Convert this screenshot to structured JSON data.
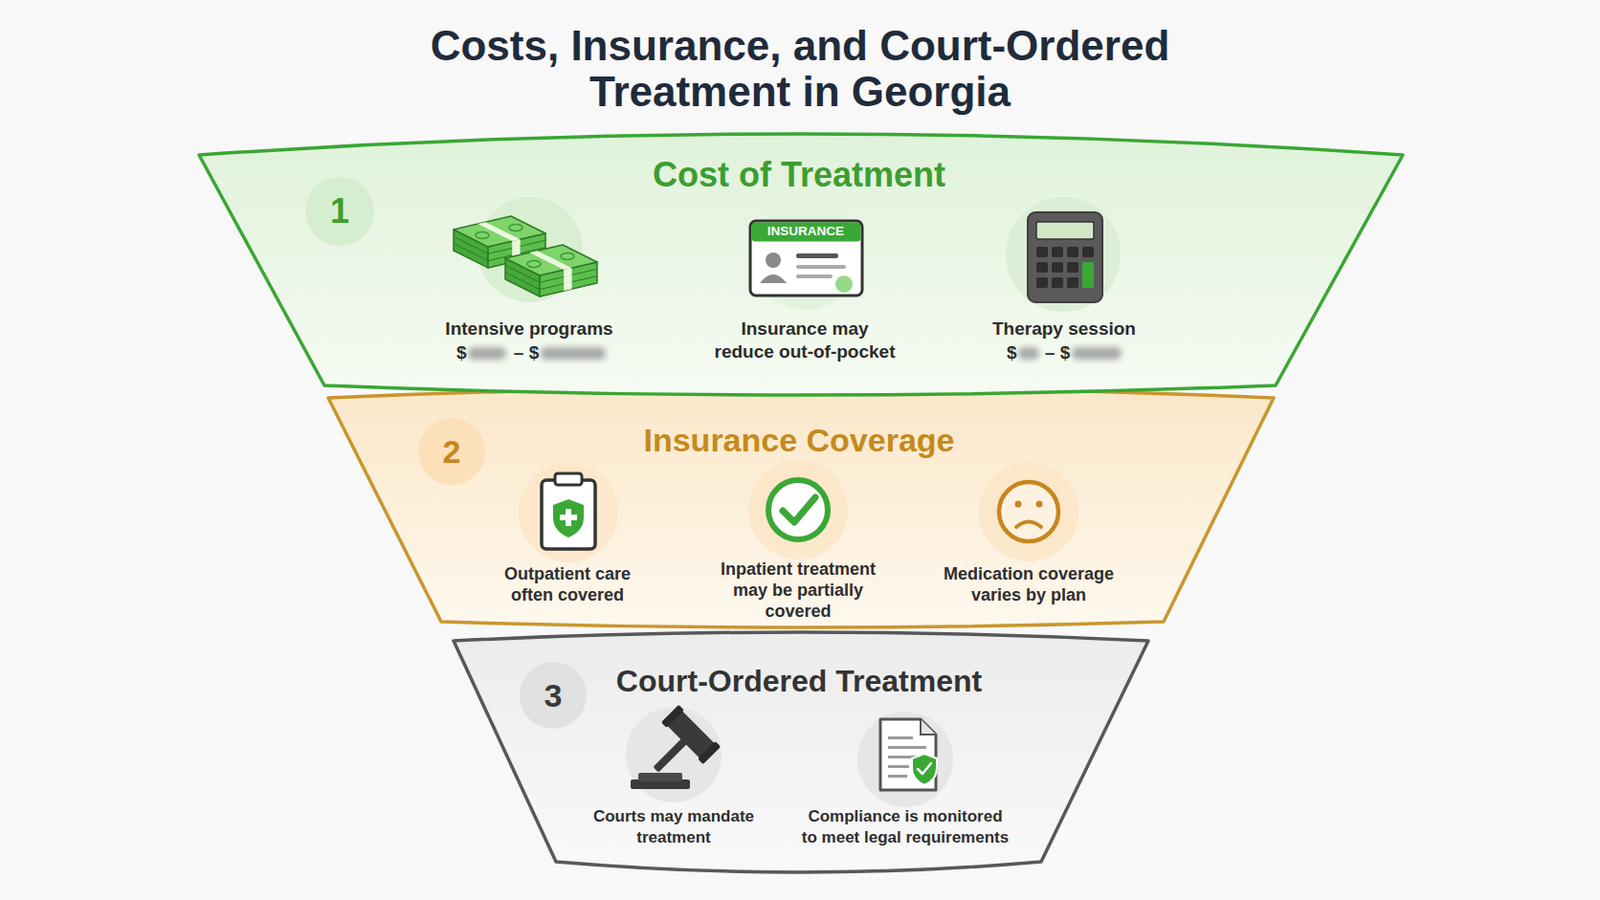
{
  "diagram": {
    "title": "Costs, Insurance, and Court-Ordered Treatment in Georgia",
    "nodes": [
      {
        "text": [
          "Cost of Treatment",
          "Intensive programs",
          "$ – $",
          "Insurance may reduce out-of-pocket",
          "Therapy session",
          "$ – $"
        ]
      },
      {
        "text": [
          "1"
        ],
        "in": 0
      },
      {
        "text": [
          "Insurance Coverage",
          "Outpatient care often covered",
          "Inpatient treatment may be partially covered",
          "Medication coverage varies by plan"
        ]
      },
      {
        "text": [
          "2"
        ],
        "in": 2
      },
      {
        "text": [
          "Court-Ordered Treatment",
          "Courts may mandate treatment",
          "Compliance is monitored to meet legal requirements"
        ]
      },
      {
        "text": [
          "3"
        ],
        "in": 4
      }
    ],
    "labels": [
      "INSURANCE"
    ]
  }
}
